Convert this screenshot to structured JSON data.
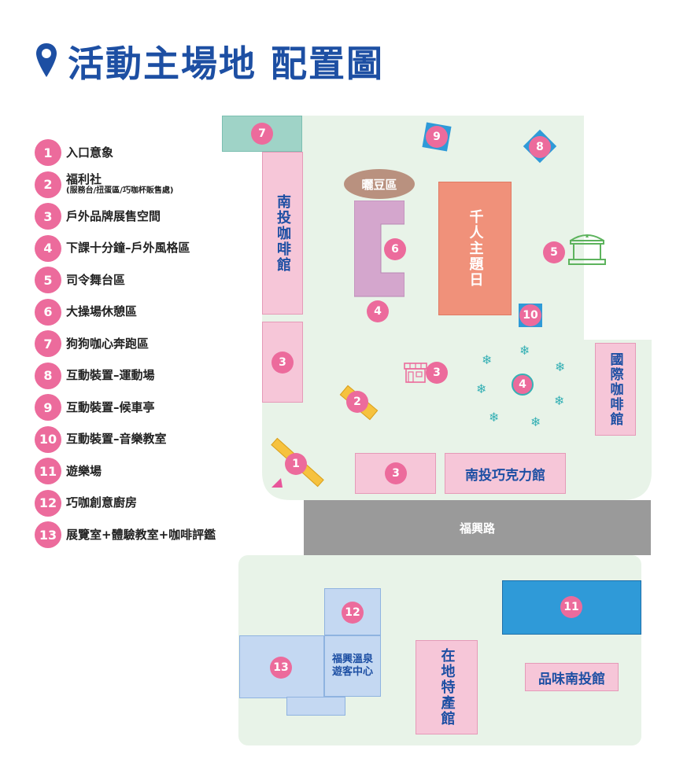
{
  "title": "活動主場地 配置圖",
  "legend": [
    {
      "num": "1",
      "label": "入口意象",
      "sub": ""
    },
    {
      "num": "2",
      "label": "福利社",
      "sub": "(服務台/扭蛋區/巧咖杯販售處)"
    },
    {
      "num": "3",
      "label": "戶外品牌展售空間",
      "sub": ""
    },
    {
      "num": "4",
      "label": "下課十分鐘–戶外風格區",
      "sub": ""
    },
    {
      "num": "5",
      "label": "司令舞台區",
      "sub": ""
    },
    {
      "num": "6",
      "label": "大操場休憩區",
      "sub": ""
    },
    {
      "num": "7",
      "label": "狗狗咖心奔跑區",
      "sub": ""
    },
    {
      "num": "8",
      "label": "互動裝置–運動場",
      "sub": ""
    },
    {
      "num": "9",
      "label": "互動裝置–候車亭",
      "sub": ""
    },
    {
      "num": "10",
      "label": "互動裝置–音樂教室",
      "sub": ""
    },
    {
      "num": "11",
      "label": "遊樂場",
      "sub": ""
    },
    {
      "num": "12",
      "label": "巧咖創意廚房",
      "sub": ""
    },
    {
      "num": "13",
      "label": "展覽室+體驗教室+咖啡評鑑",
      "sub": ""
    }
  ],
  "map": {
    "road": "福興路",
    "nantou_cafe": "南投咖啡館",
    "intl_cafe": "國際咖啡館",
    "bean_area": "曬豆區",
    "thousand_day": "千人主題日",
    "chocolate": "南投巧克力館",
    "visitor_center": "福興溫泉遊客中心",
    "local_products": "在地特產館",
    "taste_nantou": "品味南投館",
    "markers": {
      "m7": "7",
      "m9": "9",
      "m8": "8",
      "m6": "6",
      "m4a": "4",
      "m5": "5",
      "m10": "10",
      "m3a": "3",
      "m3b": "3",
      "m2": "2",
      "m4b": "4",
      "m1": "1",
      "m3c": "3",
      "m11": "11",
      "m12": "12",
      "m13": "13"
    }
  },
  "colors": {
    "title": "#1d4fa3",
    "marker": "#ec6b9c",
    "ground": "#e8f3e8",
    "pink_area": "#f6c6d8",
    "purple_area": "#d4a6cd",
    "orange_area": "#f0917a",
    "teal_area": "#9fd3c7",
    "road": "#9a9a9a",
    "blue_area": "#c4d8f2",
    "playground": "#2f9ad8",
    "bean": "#b9917f"
  }
}
